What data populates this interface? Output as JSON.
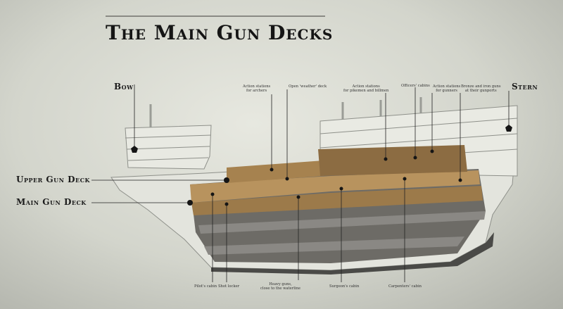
{
  "title": "The Main Gun Decks",
  "labels": {
    "bow": "Bow",
    "stern": "Stern",
    "upper_gun_deck": "Upper Gun Deck",
    "main_gun_deck": "Main Gun Deck"
  },
  "annotations": {
    "archers": "Action stations\nfor archers",
    "weather_deck": "Open 'weather' deck",
    "pikemen": "Action stations\nfor pikemen and billmen",
    "officers": "Officers' cabins",
    "gunners": "Action stations\nfor gunners",
    "bronze_guns": "Bronze and iron guns\nat their gunports",
    "pilot": "Pilot's cabin",
    "shot_locker": "Shot locker",
    "heavy_guns": "Heavy guns,\nclose to the waterline",
    "surgeon": "Surgeon's cabin",
    "carpenter": "Carpenters' cabin"
  }
}
